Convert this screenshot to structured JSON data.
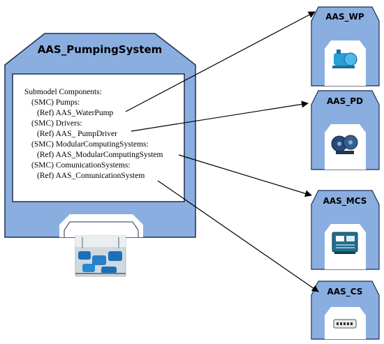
{
  "main_shell": {
    "title": "AAS_PumpingSystem",
    "section_title": "Submodel Components:",
    "lines": [
      "(SMC) Pumps:",
      "(Ref) AAS_WaterPump",
      "(SMC) Drivers:",
      "(Ref) AAS_ PumpDriver",
      "(SMC) ModularComputingSystems:",
      "(Ref) AAS_ModularComputingSystem",
      "(SMC) ComunicationSystems:",
      "(Ref) AAS_ComunicationSystem"
    ],
    "image_icon": "pumping-station-photo-icon"
  },
  "targets": [
    {
      "title": "AAS_WP",
      "icon": "water-pump-icon"
    },
    {
      "title": "AAS_PD",
      "icon": "pump-driver-icon"
    },
    {
      "title": "AAS_MCS",
      "icon": "computing-board-icon"
    },
    {
      "title": "AAS_CS",
      "icon": "network-switch-icon"
    }
  ],
  "colors": {
    "shell_fill": "#8aaee0",
    "shell_stroke": "#1f2f4f",
    "box_fill": "#ffffff",
    "arrow": "#000000"
  }
}
